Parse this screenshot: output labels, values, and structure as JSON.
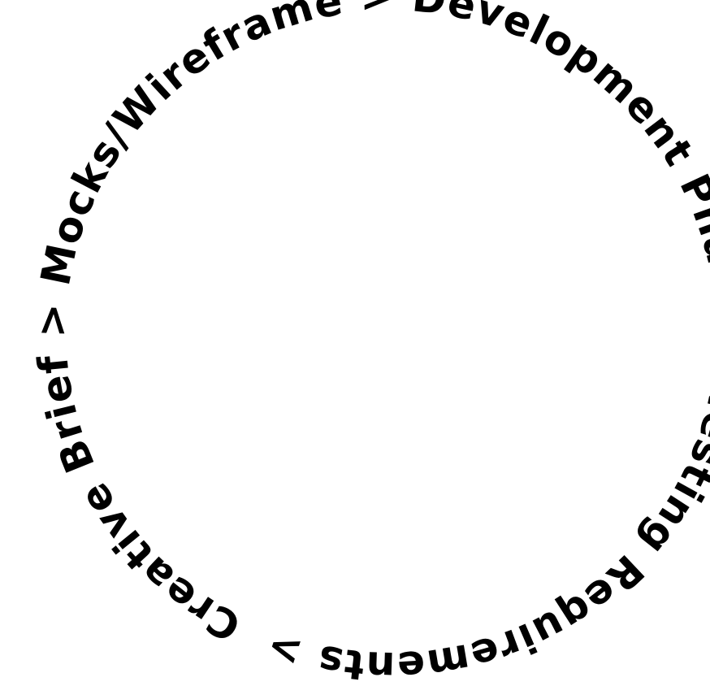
{
  "diagram": {
    "text_color": "#000000",
    "background": "#ffffff",
    "stages": [
      "Creative Brief",
      "Mocks/Wireframe",
      "Development Phase",
      "Testing",
      "Requirements"
    ],
    "separator": ">",
    "circular_text": "Creative Brief > Mocks/Wireframe > Development Phase > Testing Requirements > "
  }
}
